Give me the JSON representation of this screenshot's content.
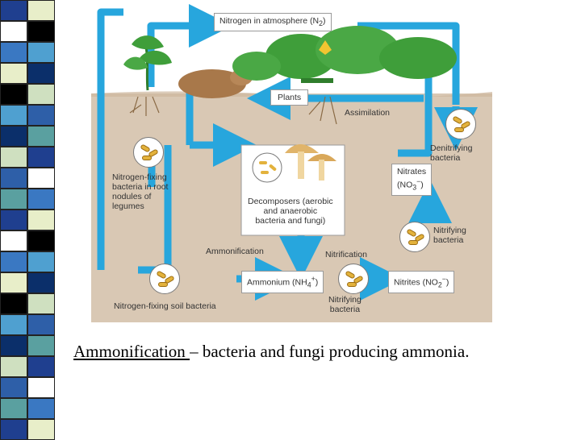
{
  "caption": {
    "term": "Ammonification ",
    "rest": " – bacteria and fungi producing ammonia."
  },
  "diagram": {
    "atmosphere": "Nitrogen in atmosphere (N",
    "atmosphere_sub": "2",
    "atmosphere_close": ")",
    "plants": "Plants",
    "assimilation": "Assimilation",
    "denitrifying": [
      "Denitrifying",
      "bacteria"
    ],
    "nitrogen_fixing_root": [
      "Nitrogen-fixing",
      "bacteria in root",
      "nodules of",
      "legumes"
    ],
    "decomposers": [
      "Decomposers (aerobic",
      "and anaerobic",
      "bacteria and fungi)"
    ],
    "nitrates": "Nitrates",
    "nitrates_formula": "(NO",
    "nitrates_sub": "3",
    "nitrates_sup": "−",
    "nitrates_close": ")",
    "nitrifying_right": [
      "Nitrifying",
      "bacteria"
    ],
    "ammonification": "Ammonification",
    "nitrification": "Nitrification",
    "ammonium": "Ammonium (NH",
    "ammonium_sub": "4",
    "ammonium_sup": "+",
    "ammonium_close": ")",
    "nitrites": "Nitrites (NO",
    "nitrites_sub": "2",
    "nitrites_sup": "−",
    "nitrites_close": ")",
    "nitrifying_bottom": [
      "Nitrifying",
      "bacteria"
    ],
    "soil_bacteria": "Nitrogen-fixing soil bacteria"
  },
  "colors": {
    "arrow": "#27a6dd",
    "soil": "#d9c8b4",
    "sky": "#ffffff",
    "leaf": "#3f9e3a",
    "bacteria": "#e3b23c"
  },
  "icons": [
    "plant",
    "mole",
    "squash-plant",
    "mushroom",
    "roots",
    "bacteria-cell"
  ]
}
